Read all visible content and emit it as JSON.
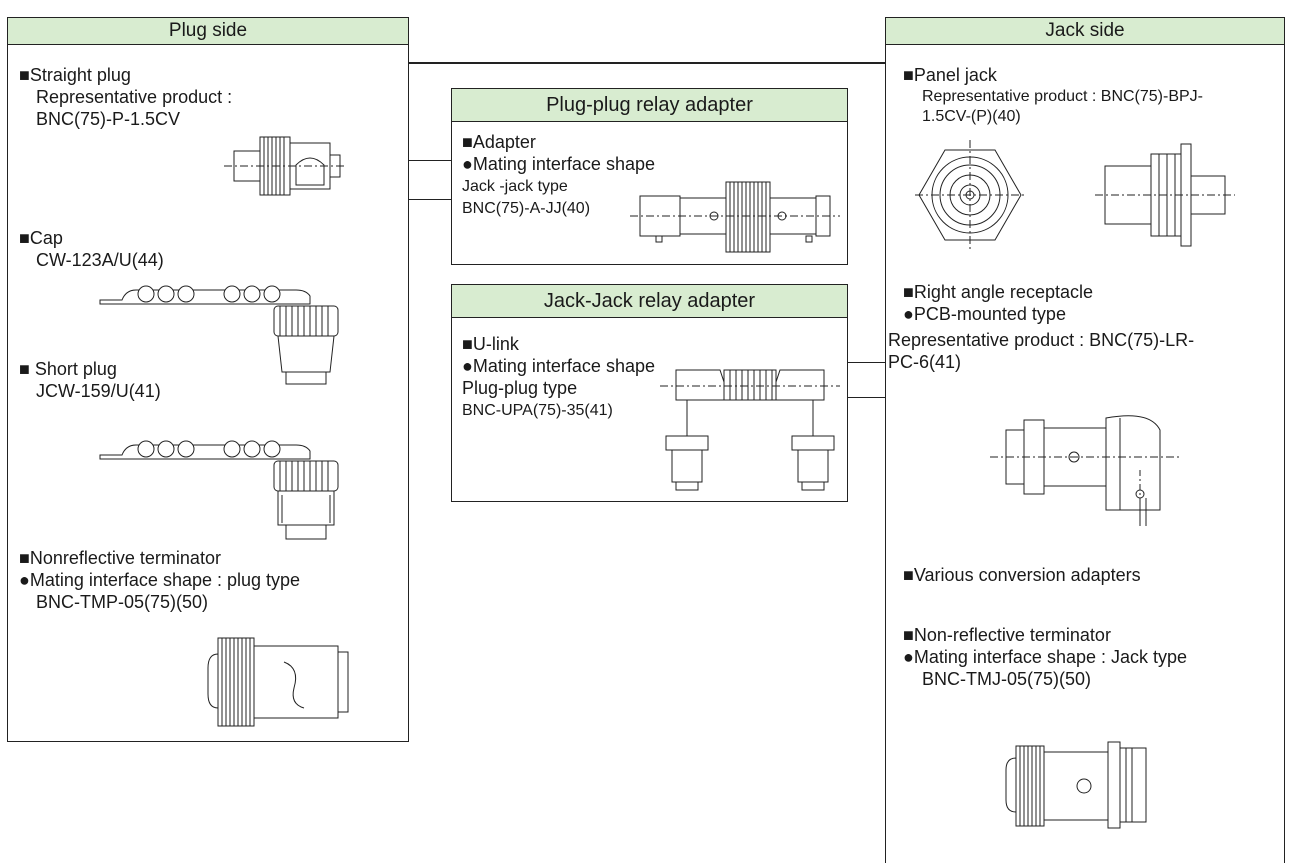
{
  "plug_side": {
    "header": "Plug side",
    "straight_plug": {
      "title": "■Straight plug",
      "line1": "Representative product :",
      "line2": "BNC(75)-P-1.5CV",
      "figure": "straight-plug-icon"
    },
    "cap": {
      "title": "■Cap",
      "code": "CW-123A/U(44)",
      "figure": "cap-chain-icon"
    },
    "short_plug": {
      "title": "■ Short plug",
      "code": "JCW-159/U(41)",
      "figure": "short-plug-chain-icon"
    },
    "terminator": {
      "title": "■Nonreflective terminator",
      "line1": "●Mating interface shape : plug type",
      "code": "BNC-TMP-05(75)(50)",
      "figure": "plug-terminator-icon"
    }
  },
  "plug_plug_adapter": {
    "header": "Plug-plug relay adapter",
    "title": "■Adapter",
    "line1": "●Mating interface shape",
    "line2": "Jack -jack type",
    "code": "BNC(75)-A-JJ(40)",
    "figure": "jack-jack-adapter-icon"
  },
  "jack_jack_adapter": {
    "header": "Jack-Jack relay adapter",
    "title": "■U-link",
    "line1": "●Mating interface shape",
    "line2": "Plug-plug type",
    "code": "BNC-UPA(75)-35(41)",
    "figure": "u-link-icon"
  },
  "jack_side": {
    "header": "Jack side",
    "panel_jack": {
      "title": "■Panel jack",
      "line1": "Representative product : BNC(75)-BPJ-",
      "line2": "1.5CV-(P)(40)",
      "figure": "panel-jack-icon"
    },
    "right_angle": {
      "title": "■Right angle receptacle",
      "line1": "●PCB-mounted type",
      "line2": "Representative product : BNC(75)-LR-",
      "line3": "PC-6(41)",
      "figure": "right-angle-receptacle-icon"
    },
    "conversion": {
      "title": "■Various conversion adapters"
    },
    "terminator": {
      "title": "■Non-reflective terminator",
      "line1": "●Mating interface shape : Jack type",
      "code": "BNC-TMJ-05(75)(50)",
      "figure": "jack-terminator-icon"
    }
  }
}
